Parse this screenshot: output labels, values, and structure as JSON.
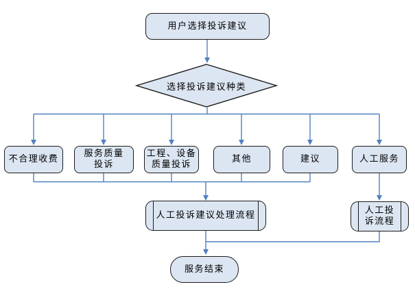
{
  "diagram": {
    "type": "flowchart",
    "colors": {
      "shape_fill": "#dce6f2",
      "shape_border": "#1a1a1a",
      "connector": "#4f81bd",
      "background": "#ffffff",
      "text": "#000000"
    },
    "nodes": {
      "start": {
        "label": "用户选择投诉建议",
        "shape": "rounded-rectangle"
      },
      "decision": {
        "label": "选择投诉建议种类",
        "shape": "diamond"
      },
      "unreasonable_fee": {
        "label": "不合理收费",
        "shape": "rounded-rectangle"
      },
      "service_quality_complaint": {
        "label": "服务质量\n投诉",
        "shape": "rounded-rectangle"
      },
      "engineering_equipment_quality_complaint": {
        "label": "工程、设备\n质量投诉",
        "shape": "rounded-rectangle"
      },
      "other": {
        "label": "其他",
        "shape": "rounded-rectangle"
      },
      "suggestion": {
        "label": "建议",
        "shape": "rounded-rectangle"
      },
      "manual_service": {
        "label": "人工服务",
        "shape": "rounded-rectangle"
      },
      "manual_complaint_suggestion_process": {
        "label": "人工投诉建议处理流程",
        "shape": "subprocess"
      },
      "manual_complaint_flow": {
        "label": "人工投\n诉流程",
        "shape": "subprocess"
      },
      "end": {
        "label": "服务结束",
        "shape": "terminator"
      }
    },
    "edges": [
      {
        "from": "start",
        "to": "decision"
      },
      {
        "from": "decision",
        "to": "unreasonable_fee"
      },
      {
        "from": "decision",
        "to": "service_quality_complaint"
      },
      {
        "from": "decision",
        "to": "engineering_equipment_quality_complaint"
      },
      {
        "from": "decision",
        "to": "other"
      },
      {
        "from": "decision",
        "to": "suggestion"
      },
      {
        "from": "decision",
        "to": "manual_service"
      },
      {
        "from": "unreasonable_fee",
        "to": "manual_complaint_suggestion_process"
      },
      {
        "from": "service_quality_complaint",
        "to": "manual_complaint_suggestion_process"
      },
      {
        "from": "engineering_equipment_quality_complaint",
        "to": "manual_complaint_suggestion_process"
      },
      {
        "from": "other",
        "to": "manual_complaint_suggestion_process"
      },
      {
        "from": "suggestion",
        "to": "manual_complaint_suggestion_process"
      },
      {
        "from": "manual_service",
        "to": "manual_complaint_flow"
      },
      {
        "from": "manual_complaint_suggestion_process",
        "to": "end"
      },
      {
        "from": "manual_complaint_flow",
        "to": "end"
      }
    ]
  }
}
